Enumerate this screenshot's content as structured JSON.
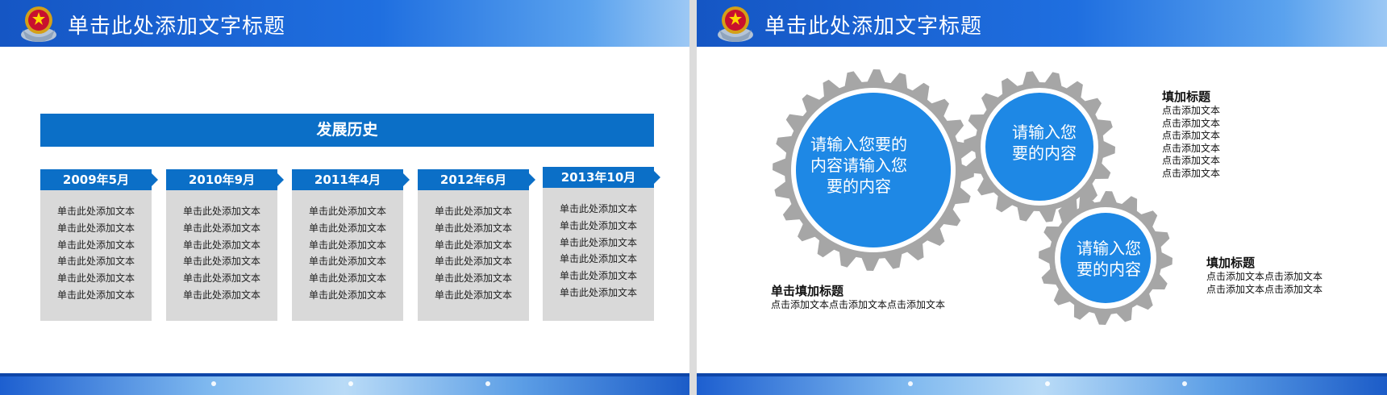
{
  "header": {
    "title": "单击此处添加文字标题"
  },
  "left_slide": {
    "section_title": "发展历史",
    "columns": [
      {
        "date": "2009年5月",
        "lines": [
          "单击此处添加文本",
          "单击此处添加文本",
          "单击此处添加文本",
          "单击此处添加文本",
          "单击此处添加文本",
          "单击此处添加文本"
        ]
      },
      {
        "date": "2010年9月",
        "lines": [
          "单击此处添加文本",
          "单击此处添加文本",
          "单击此处添加文本",
          "单击此处添加文本",
          "单击此处添加文本",
          "单击此处添加文本"
        ]
      },
      {
        "date": "2011年4月",
        "lines": [
          "单击此处添加文本",
          "单击此处添加文本",
          "单击此处添加文本",
          "单击此处添加文本",
          "单击此处添加文本",
          "单击此处添加文本"
        ]
      },
      {
        "date": "2012年6月",
        "lines": [
          "单击此处添加文本",
          "单击此处添加文本",
          "单击此处添加文本",
          "单击此处添加文本",
          "单击此处添加文本",
          "单击此处添加文本"
        ]
      },
      {
        "date": "2013年10月",
        "lines": [
          "单击此处添加文本",
          "单击此处添加文本",
          "单击此处添加文本",
          "单击此处添加文本",
          "单击此处添加文本",
          "单击此处添加文本"
        ]
      }
    ]
  },
  "right_slide": {
    "gears": [
      {
        "lines": [
          "请输入您要的",
          "内容请输入您",
          "要的内容"
        ]
      },
      {
        "lines": [
          "请输入您",
          "要的内容"
        ]
      },
      {
        "lines": [
          "请输入您",
          "要的内容"
        ]
      }
    ],
    "labels": [
      {
        "heading": "填加标题",
        "lines": [
          "点击添加文本",
          "点击添加文本",
          "点击添加文本",
          "点击添加文本",
          "点击添加文本",
          "点击添加文本"
        ]
      },
      {
        "heading": "填加标题",
        "lines": [
          "点击添加文本点击添加文本",
          "点击添加文本点击添加文本"
        ]
      },
      {
        "heading": "单击填加标题",
        "lines": [
          "点击添加文本点击添加文本点击添加文本"
        ]
      }
    ]
  },
  "colors": {
    "header_blue": "#1f6fe0",
    "accent_blue": "#0b6fc7",
    "gear_gray": "#a6a6a6",
    "gear_fill": "#1e88e5",
    "card_gray": "#d9d9d9"
  },
  "icons": {
    "emblem": "national-emblem-icon"
  }
}
